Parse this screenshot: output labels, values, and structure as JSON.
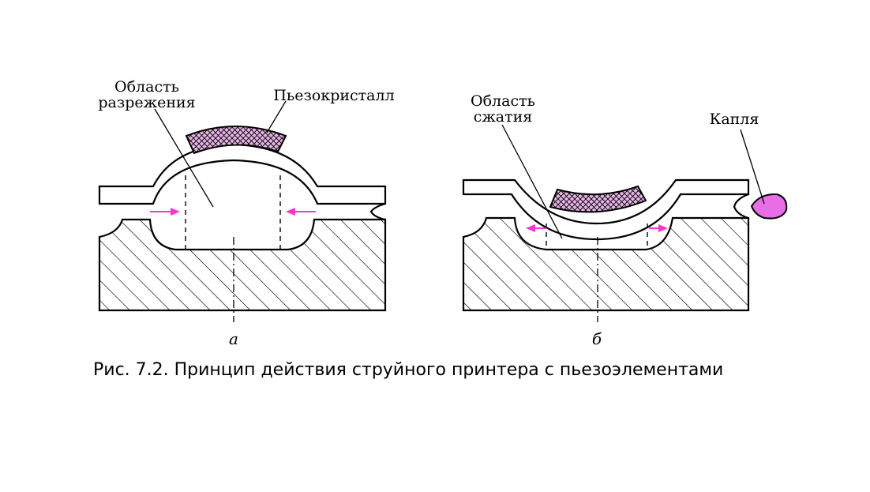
{
  "figure": {
    "panel_a": {
      "label_rarefaction_line1": "Область",
      "label_rarefaction_line2": "разрежения",
      "label_piezo": "Пьезокристалл",
      "sublabel": "а"
    },
    "panel_b": {
      "label_compression_line1": "Область",
      "label_compression_line2": "сжатия",
      "label_drop": "Капля",
      "sublabel": "б"
    },
    "caption": "Рис. 7.2. Принцип действия струйного принтера с пьезоэлементами"
  },
  "colors": {
    "piezo_fill": "#e6b3e6",
    "drop_fill": "#e86ee8",
    "arrow": "#ff33cc",
    "line": "#000000"
  }
}
